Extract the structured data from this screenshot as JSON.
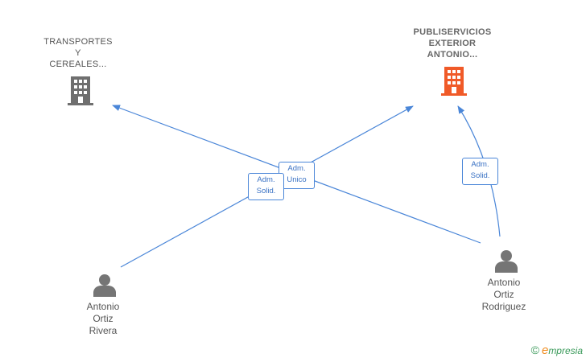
{
  "nodes": {
    "company_1": {
      "line1": "TRANSPORTES",
      "line2": "Y",
      "line3": "CEREALES..."
    },
    "company_2": {
      "line1": "PUBLISERVICIOS",
      "line2": "EXTERIOR",
      "line3": "ANTONIO..."
    },
    "person_1": {
      "line1": "Antonio",
      "line2": "Ortiz",
      "line3": "Rivera"
    },
    "person_2": {
      "line1": "Antonio",
      "line2": "Ortiz",
      "line3": "Rodriguez"
    }
  },
  "edges": {
    "rodriguez_to_transportes": {
      "line1": "Adm.",
      "line2": "Unico"
    },
    "rivera_to_publiservicios": {
      "line1": "Adm.",
      "line2": "Solid."
    },
    "rodriguez_to_publiservicios": {
      "line1": "Adm.",
      "line2": "Solid."
    }
  },
  "colors": {
    "edge": "#4a86d8",
    "company_default": "#6f6f6f",
    "company_highlight": "#f05a28",
    "person": "#757575"
  },
  "icons": {
    "company": "building-icon",
    "person": "person-icon"
  },
  "brand": {
    "copyright": "©",
    "initial": "e",
    "rest": "mpresia"
  }
}
